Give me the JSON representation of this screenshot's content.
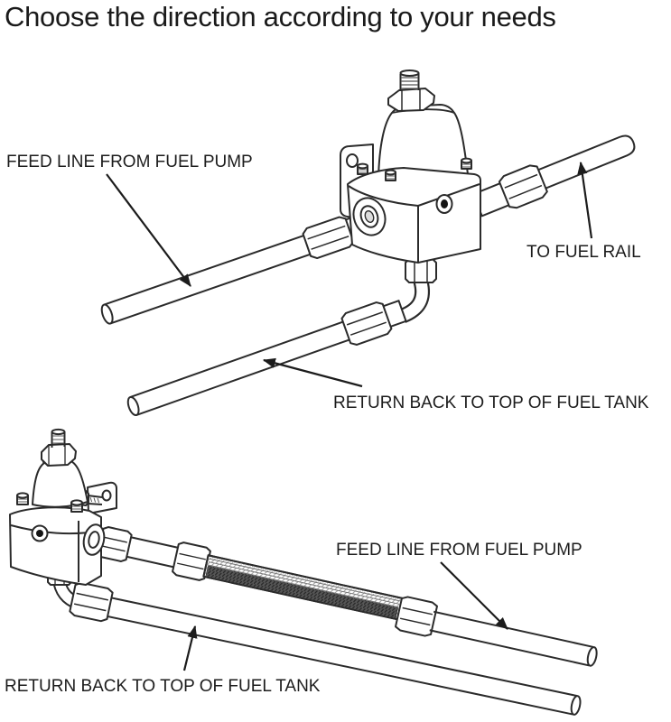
{
  "title": "Choose the direction according to your needs",
  "colors": {
    "background": "#ffffff",
    "line_art": "#2b2b2b",
    "label_text": "#1c1c1c",
    "braid_shade": "#565656"
  },
  "diagram_top": {
    "description": "fuel pressure regulator, horizontal inline orientation",
    "labels": {
      "feed_line": "FEED LINE FROM FUEL PUMP",
      "fuel_rail": "TO FUEL RAIL",
      "return_line": "RETURN BACK TO TOP OF FUEL TANK"
    }
  },
  "diagram_bottom": {
    "description": "fuel pressure regulator, end-mount orientation with braided feed hose",
    "labels": {
      "feed_line": "FEED LINE FROM FUEL PUMP",
      "return_line": "RETURN BACK TO TOP OF FUEL TANK"
    }
  }
}
